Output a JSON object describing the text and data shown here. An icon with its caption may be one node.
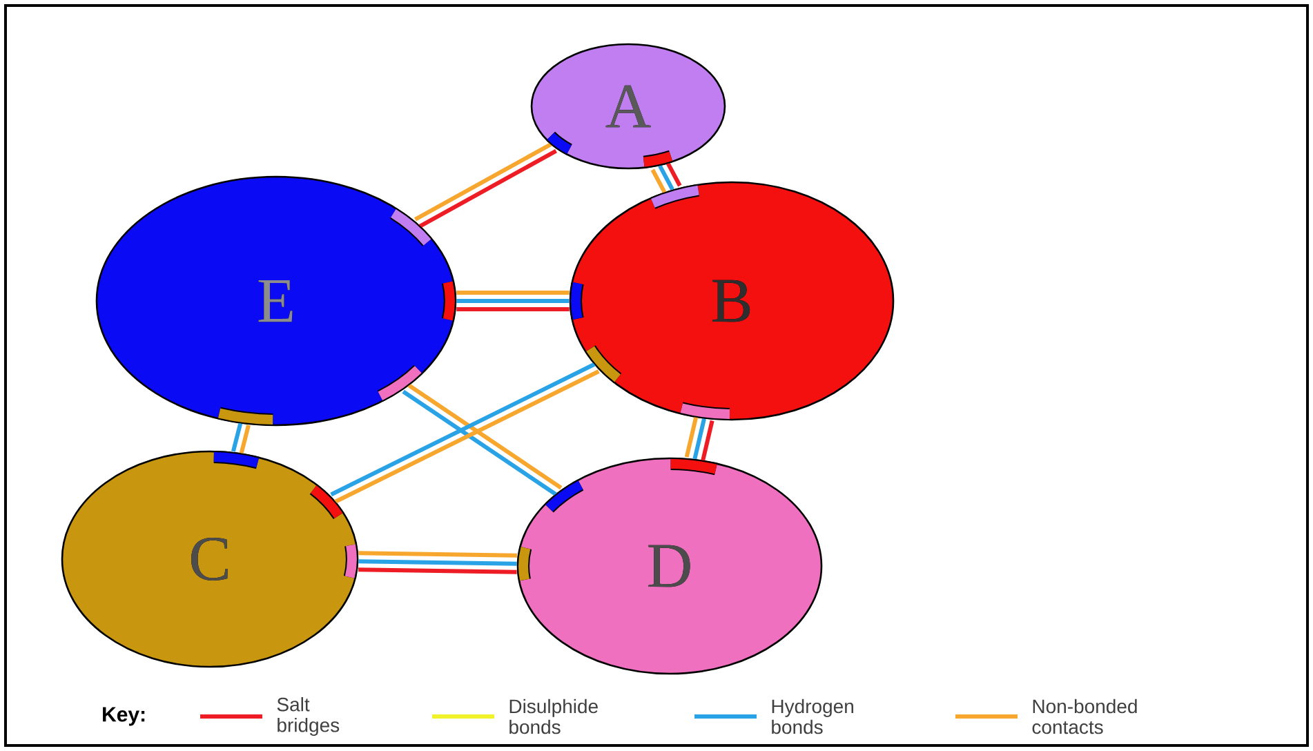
{
  "diagram": {
    "nodes": [
      {
        "text": [
          "A"
        ]
      },
      {
        "text": [
          "E"
        ]
      },
      {
        "text": [
          "B"
        ]
      },
      {
        "text": [
          "C"
        ]
      },
      {
        "text": [
          "D"
        ]
      }
    ],
    "edges": [
      {
        "from": 0,
        "to": 1,
        "arrow": "none",
        "color": "#ee1c24"
      },
      {
        "from": 0,
        "to": 1,
        "arrow": "none",
        "color": "#f7a62e"
      },
      {
        "from": 0,
        "to": 2,
        "arrow": "none",
        "color": "#ee1c24"
      },
      {
        "from": 0,
        "to": 2,
        "arrow": "none",
        "color": "#29a3e6"
      },
      {
        "from": 0,
        "to": 2,
        "arrow": "none",
        "color": "#f7a62e"
      },
      {
        "from": 1,
        "to": 2,
        "arrow": "none",
        "color": "#f7a62e"
      },
      {
        "from": 1,
        "to": 2,
        "arrow": "none",
        "color": "#29a3e6"
      },
      {
        "from": 1,
        "to": 2,
        "arrow": "none",
        "color": "#ee1c24"
      },
      {
        "from": 1,
        "to": 3,
        "arrow": "none",
        "color": "#f7a62e"
      },
      {
        "from": 1,
        "to": 3,
        "arrow": "none",
        "color": "#29a3e6"
      },
      {
        "from": 1,
        "to": 4,
        "arrow": "none",
        "color": "#f7a62e"
      },
      {
        "from": 1,
        "to": 4,
        "arrow": "none",
        "color": "#29a3e6"
      },
      {
        "from": 2,
        "to": 4,
        "arrow": "none",
        "color": "#ee1c24"
      },
      {
        "from": 2,
        "to": 4,
        "arrow": "none",
        "color": "#29a3e6"
      },
      {
        "from": 2,
        "to": 4,
        "arrow": "none",
        "color": "#f7a62e"
      },
      {
        "from": 3,
        "to": 2,
        "arrow": "none",
        "color": "#f7a62e"
      },
      {
        "from": 3,
        "to": 2,
        "arrow": "none",
        "color": "#29a3e6"
      },
      {
        "from": 3,
        "to": 4,
        "arrow": "none",
        "color": "#f7a62e"
      },
      {
        "from": 3,
        "to": 4,
        "arrow": "none",
        "color": "#29a3e6"
      },
      {
        "from": 3,
        "to": 4,
        "arrow": "none",
        "color": "#ee1c24"
      }
    ],
    "labels": [
      "Key:"
    ],
    "legend": [
      {
        "text": "Salt bridges",
        "color": "#ee1c24"
      },
      {
        "text": "Disulphide bonds",
        "color": "#f2f22a"
      },
      {
        "text": "Hydrogen bonds",
        "color": "#29a3e6"
      },
      {
        "text": "Non-bonded contacts",
        "color": "#f7a62e"
      }
    ]
  }
}
